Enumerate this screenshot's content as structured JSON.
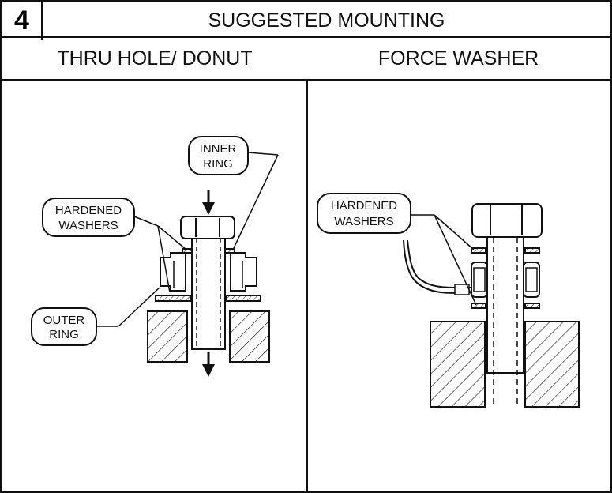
{
  "header": {
    "step_number": "4",
    "title": "SUGGESTED MOUNTING"
  },
  "columns": {
    "left_title": "THRU HOLE/ DONUT",
    "right_title": "FORCE WASHER"
  },
  "left_diagram": {
    "inner_ring_label": [
      "INNER",
      "RING"
    ],
    "hardened_washers_label": [
      "HARDENED",
      "WASHERS"
    ],
    "outer_ring_label": [
      "OUTER",
      "RING"
    ]
  },
  "right_diagram": {
    "hardened_washers_label": [
      "HARDENED",
      "WASHERS"
    ]
  }
}
